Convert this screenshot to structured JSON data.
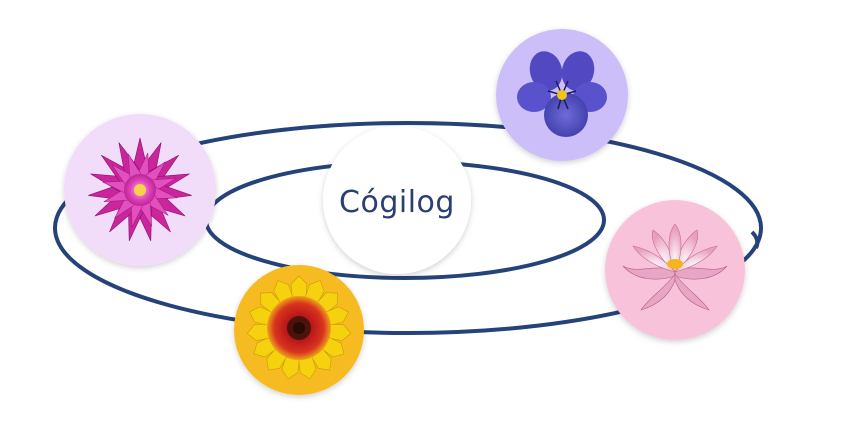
{
  "logo": {
    "text": "Cógilog",
    "color": "#2b3f73"
  },
  "colors": {
    "orbit_line": "#25427a",
    "center_fill": "#ffffff",
    "dahlia_bg": "#f1dcf9",
    "pansy_bg": "#cbbef9",
    "waterlily_bg": "#f8c2da",
    "gaillardia_bg": "#f7bb24"
  },
  "nodes": [
    {
      "key": "dahlia",
      "name": "dahlia-flower",
      "icon": "pink-dahlia"
    },
    {
      "key": "pansy",
      "name": "pansy-flower",
      "icon": "purple-pansy"
    },
    {
      "key": "waterlily",
      "name": "waterlily-flower",
      "icon": "pink-water-lily"
    },
    {
      "key": "gaillardia",
      "name": "gaillardia-flower",
      "icon": "red-yellow-gaillardia"
    }
  ]
}
